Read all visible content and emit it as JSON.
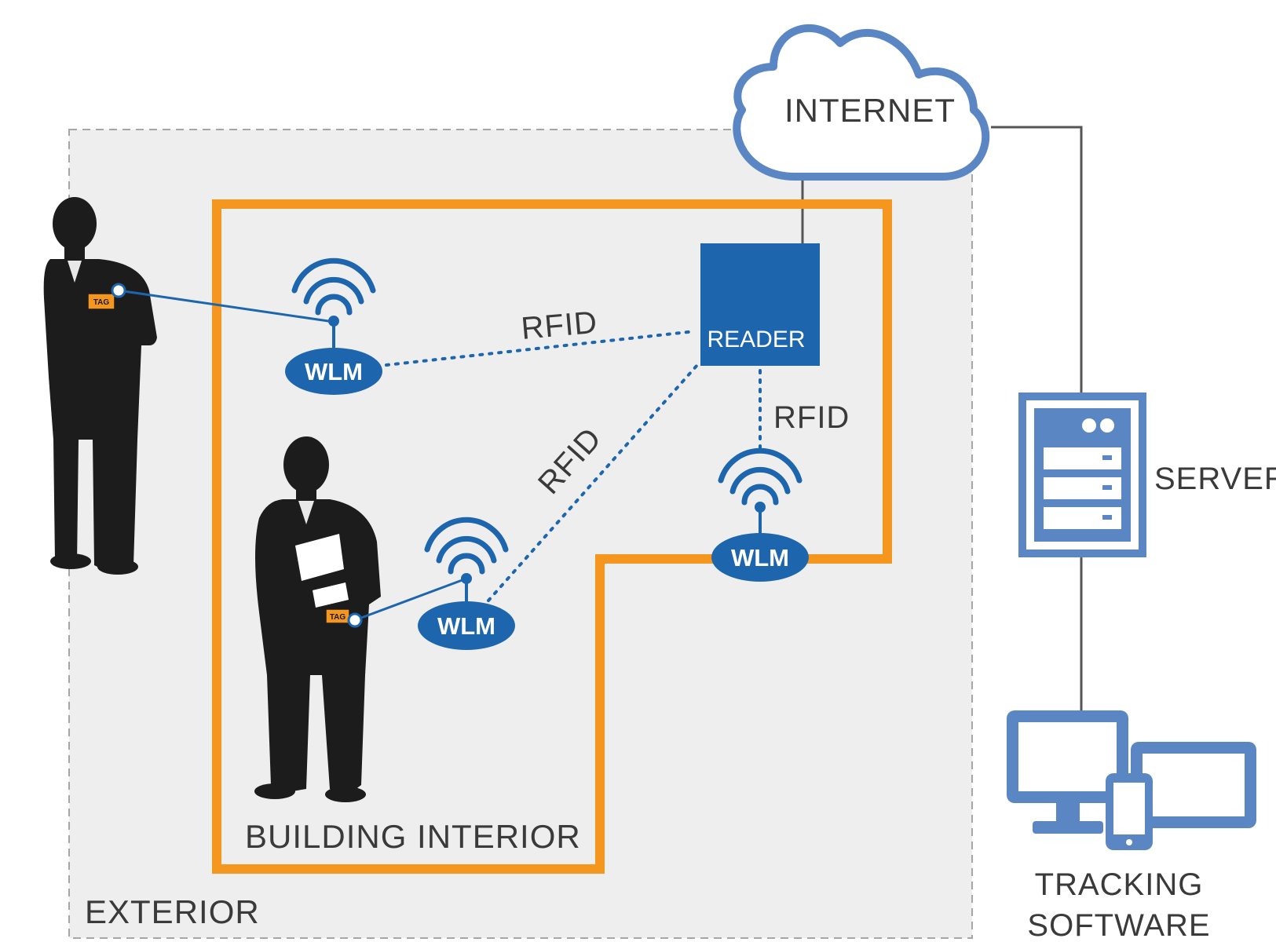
{
  "zones": {
    "exterior_label": "EXTERIOR",
    "building_label": "BUILDING INTERIOR"
  },
  "network": {
    "internet_label": "INTERNET",
    "reader_label": "READER",
    "server_label": "SERVER",
    "tracking_label_line1": "TRACKING",
    "tracking_label_line2": "SOFTWARE"
  },
  "links": {
    "rfid_top": "RFID",
    "rfid_diagonal": "RFID",
    "rfid_right": "RFID"
  },
  "wlm_nodes": [
    {
      "label": "WLM"
    },
    {
      "label": "WLM"
    },
    {
      "label": "WLM"
    }
  ],
  "tags": {
    "tag_1": "TAG",
    "tag_2": "TAG"
  },
  "colors": {
    "accent_blue": "#1d66ad",
    "outline_blue": "#5b86c4",
    "building_orange": "#f5961e",
    "exterior_bg": "#eeeeee",
    "silhouette": "#1c1c1c",
    "cable_grey": "#555555"
  },
  "icons": [
    "cloud-icon",
    "server-icon",
    "desktop-monitor-icon",
    "tablet-icon",
    "phone-icon",
    "wifi-icon",
    "person-silhouette"
  ]
}
